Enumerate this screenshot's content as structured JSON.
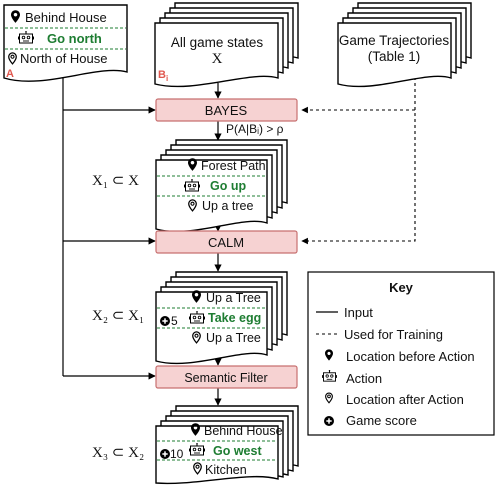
{
  "doc_a": {
    "loc_before": "Behind House",
    "action": "Go north",
    "loc_after": "North of House",
    "tag": "A"
  },
  "doc_b": {
    "title": "All game states",
    "var": "X",
    "tag": "B",
    "tag_sub": "i"
  },
  "traj": {
    "line1": "Game Trajectories",
    "line2": "(Table 1)"
  },
  "bayes": {
    "label": "BAYES",
    "condition": "P(A|Bᵢ) > ρ"
  },
  "x1": {
    "label": "X₁ ⊂ X",
    "loc_before": "Forest Path",
    "action": "Go up",
    "loc_after": "Up a tree"
  },
  "calm": {
    "label": "CALM"
  },
  "x2": {
    "label": "X₂ ⊂ X₁",
    "score": "5",
    "loc_before": "Up a Tree",
    "action": "Take egg",
    "loc_after": "Up a Tree"
  },
  "semantic": {
    "label": "Semantic Filter"
  },
  "x3": {
    "label": "X₃ ⊂ X₂",
    "score": "10",
    "loc_before": "Behind House",
    "action": "Go west",
    "loc_after": "Kitchen"
  },
  "key": {
    "title": "Key",
    "input": "Input",
    "training": "Used for Training",
    "loc_before": "Location before Action",
    "action": "Action",
    "loc_after": "Location after Action",
    "score": "Game score"
  },
  "colors": {
    "action_text": "#1e7d32",
    "tag_text": "#e0584f",
    "process_fill": "#f6d2d2",
    "process_stroke": "#c87070"
  },
  "icons": [
    "location-pin-icon",
    "robot-icon",
    "location-pin-outline-icon",
    "plus-circle-icon"
  ]
}
